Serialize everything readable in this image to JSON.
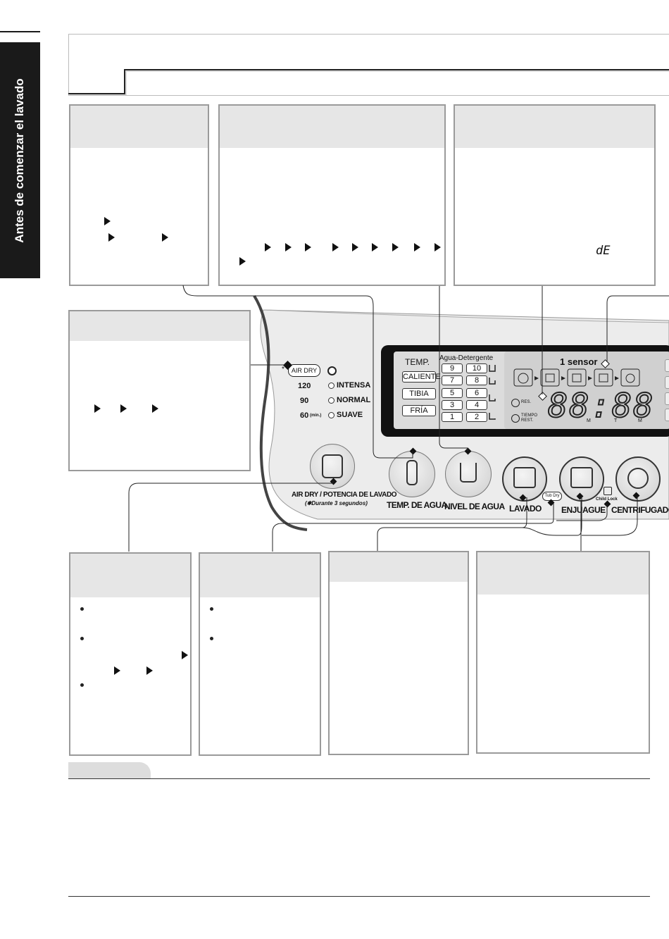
{
  "side_tab": {
    "label": "Antes de comenzar el lavado"
  },
  "panel": {
    "air_dry_badge": "AIR DRY",
    "asterisk": "*",
    "times": [
      "120",
      "90",
      "60"
    ],
    "minutes_unit": "(min.)",
    "power_levels": [
      "INTENSA",
      "NORMAL",
      "SUAVE"
    ],
    "air_dry_label": "AIR DRY / POTENCIA DE LAVADO",
    "air_dry_note": "(✱Durante 3 segundos)",
    "temp_title": "TEMP.",
    "temps": [
      "CALIENTE",
      "TIBIA",
      "FRÍA"
    ],
    "water_title": "Agua-Detergente",
    "water_levels": [
      [
        "9",
        "10"
      ],
      [
        "7",
        "8"
      ],
      [
        "5",
        "6"
      ],
      [
        "3",
        "4"
      ],
      [
        "1",
        "2"
      ]
    ],
    "sensor_label": "1 sensor",
    "res_label": "RES.",
    "tiempo_label": "TIEMPO",
    "rest_label": "REST.",
    "display_digits": "88:88",
    "display_sub": [
      "M",
      "T",
      "M"
    ],
    "temp_button_label": "TEMP. DE AGUA",
    "level_button_label": "NIVEL DE AGUA",
    "wash_label": "LAVADO",
    "rinse_label": "ENJUAGUE",
    "spin_label": "CENTRIFUGADO",
    "tub_dry": "Tub Dry",
    "child_lock": "Child Lock",
    "error_code": "dE"
  }
}
